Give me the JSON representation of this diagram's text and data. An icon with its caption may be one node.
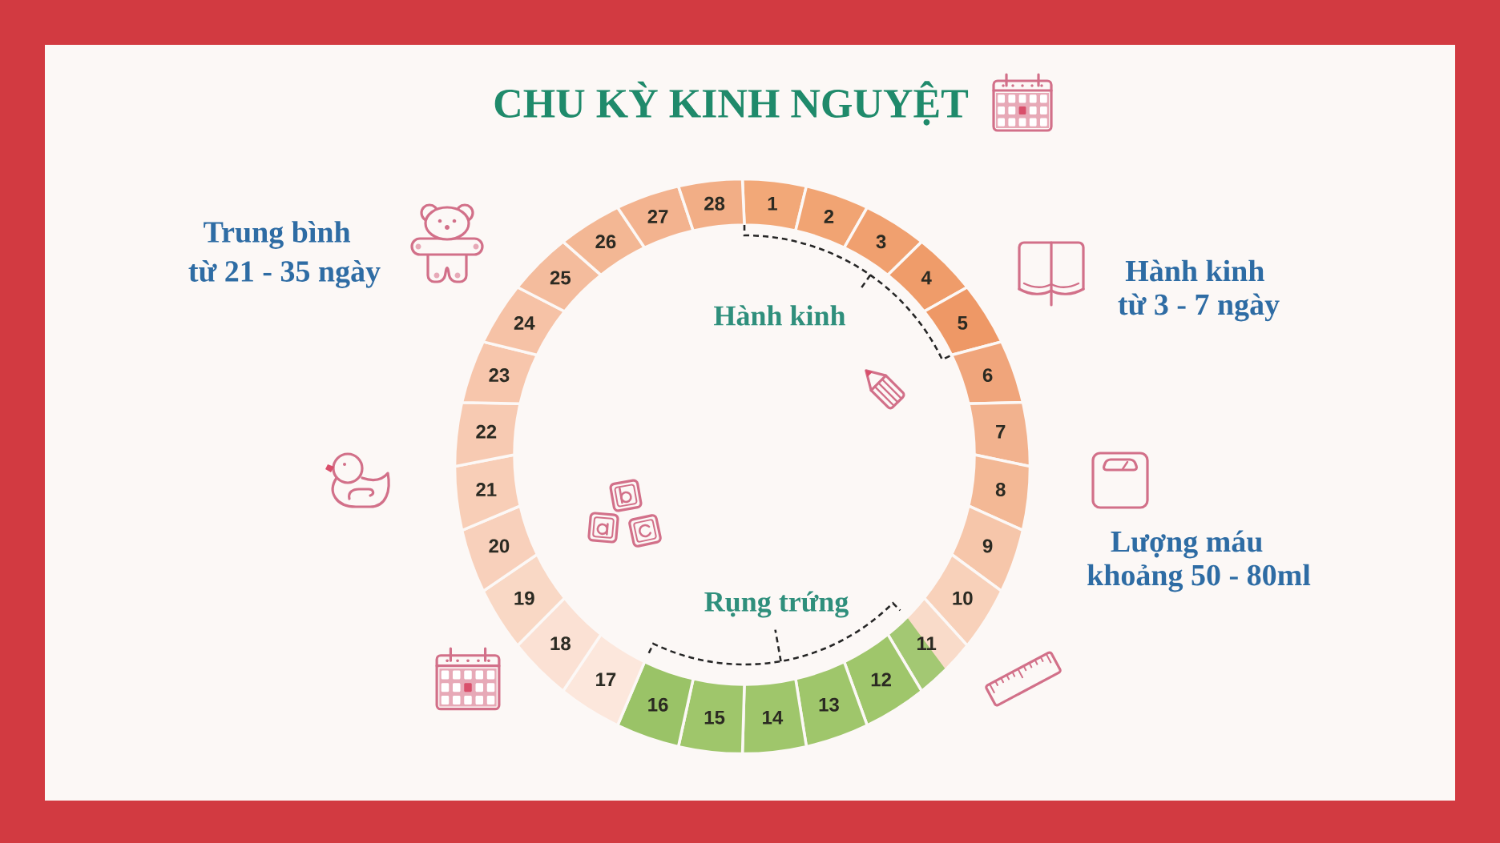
{
  "diagram": {
    "title": "CHU KỲ KINH NGUYỆT",
    "nodes": [
      {
        "text": [
          "1"
        ]
      },
      {
        "text": [
          "2"
        ]
      },
      {
        "text": [
          "3"
        ]
      },
      {
        "text": [
          "4"
        ]
      },
      {
        "text": [
          "5"
        ]
      },
      {
        "text": [
          "6"
        ]
      },
      {
        "text": [
          "7"
        ]
      },
      {
        "text": [
          "8"
        ]
      },
      {
        "text": [
          "9"
        ]
      },
      {
        "text": [
          "10"
        ]
      },
      {
        "text": [
          "11"
        ]
      },
      {
        "text": [
          "12"
        ]
      },
      {
        "text": [
          "13"
        ]
      },
      {
        "text": [
          "14"
        ]
      },
      {
        "text": [
          "15"
        ]
      },
      {
        "text": [
          "16"
        ]
      },
      {
        "text": [
          "17"
        ]
      },
      {
        "text": [
          "18"
        ]
      },
      {
        "text": [
          "19"
        ]
      },
      {
        "text": [
          "20"
        ]
      },
      {
        "text": [
          "21"
        ]
      },
      {
        "text": [
          "22"
        ]
      },
      {
        "text": [
          "23"
        ]
      },
      {
        "text": [
          "24"
        ]
      },
      {
        "text": [
          "25"
        ]
      },
      {
        "text": [
          "26"
        ]
      },
      {
        "text": [
          "27"
        ]
      },
      {
        "text": [
          "28"
        ]
      }
    ],
    "labels": [
      "Trung bình từ 21 - 35 ngày",
      "Hành kinh từ 3 - 7 ngày",
      "Hành kinh",
      "Lượng máu khoảng 50 - 80ml",
      "Rụng trứng"
    ]
  }
}
